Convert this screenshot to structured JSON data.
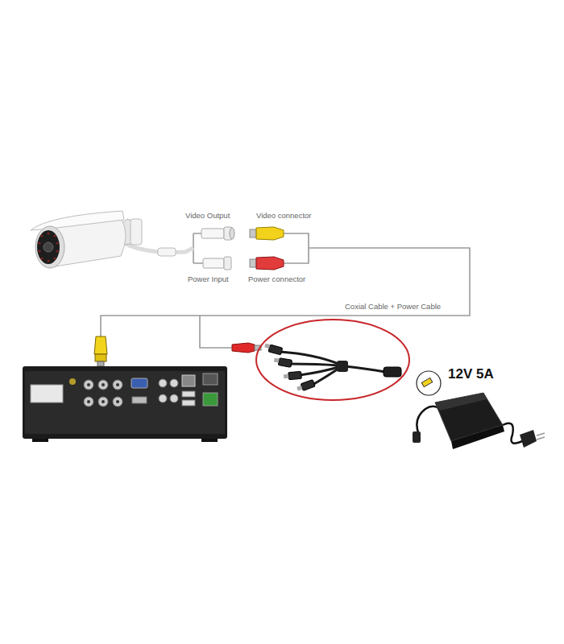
{
  "diagram": {
    "labels": [
      "Video Output",
      "Video connector",
      "Power Input",
      "Power connector",
      "Coxial Cable + Power Cable",
      "12V 5A"
    ]
  }
}
